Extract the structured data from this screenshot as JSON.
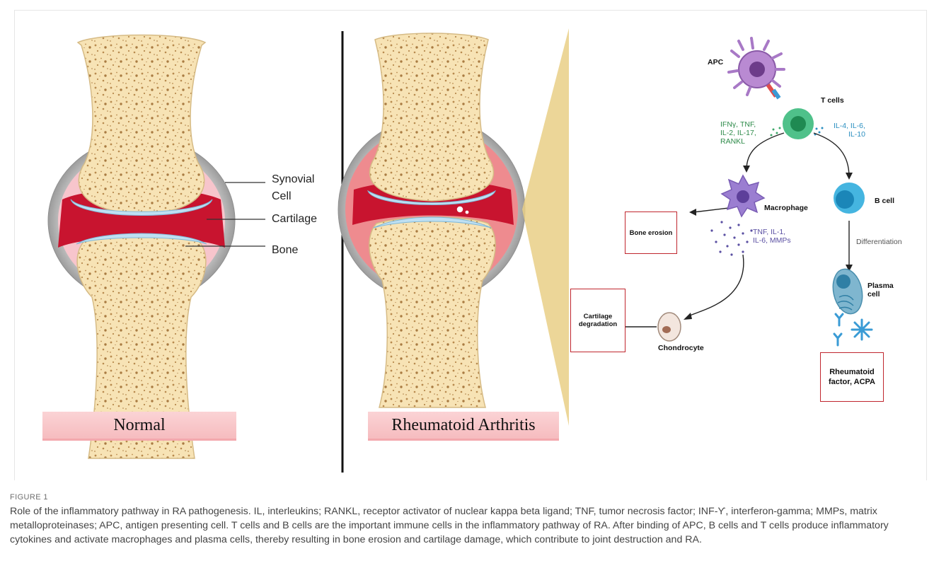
{
  "figure": {
    "label": "FIGURE 1",
    "caption": "Role of the inflammatory pathway in RA pathogenesis. IL, interleukins; RANKL, receptor activator of nuclear kappa beta ligand; TNF, tumor necrosis factor; INF-ϒ, interferon-gamma; MMPs, matrix metalloproteinases; APC, antigen presenting cell. T cells and B cells are the important immune cells in the inflammatory pathway of RA. After binding of APC, B cells and T cells produce inflammatory cytokines and activate macrophages and plasma cells, thereby resulting in bone erosion and cartilage damage, which contribute to joint destruction and RA."
  },
  "joints": {
    "normal_label": "Normal",
    "ra_label": "Rheumatoid Arthritis",
    "synovial_label": "Synovial\nCell",
    "cartilage_label": "Cartilage",
    "bone_label": "Bone"
  },
  "pathway": {
    "apc": "APC",
    "t_cells": "T cells",
    "th1_cytokines": "IFNγ, TNF,\nIL-2, IL-17,\nRANKL",
    "th2_cytokines": "IL-4, IL-6,\nIL-10",
    "macrophage": "Macrophage",
    "b_cell": "B cell",
    "macrophage_cytokines": "TNF, IL-1,\nIL-6, MMPs",
    "differentiation": "Differentiation",
    "plasma_cell": "Plasma\ncell",
    "bone_erosion": "Bone erosion",
    "cartilage_degradation": "Cartilage\ndegradation",
    "chondrocyte": "Chondrocyte",
    "rheumatoid_factor": "Rheumatoid\nfactor, ACPA"
  },
  "colors": {
    "bone": "#f7e3b5",
    "bone_dots": "#b88a4e",
    "synovium": "#f7c5cc",
    "inflamed_synovium": "#ee8b8f",
    "joint_fluid": "#c8142f",
    "capsule": "#b8b8b8",
    "box_border": "#c0262e",
    "th1_green": "#2e8b4a",
    "th2_blue": "#2b8fc0",
    "cytokine_purple": "#5a4fa2"
  }
}
